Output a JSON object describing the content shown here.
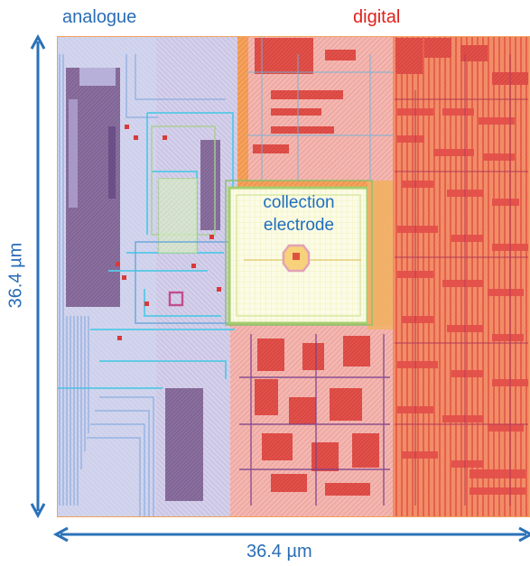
{
  "labels": {
    "analogue": "analogue",
    "digital": "digital",
    "collection_line1": "collection",
    "collection_line2": "electrode",
    "width": "36.4 µm",
    "height": "36.4 µm"
  },
  "colors": {
    "analogue_text": "#2a6db5",
    "digital_text": "#e0201b",
    "dimension_text": "#2a6db5",
    "dimension_arrow": "#2a72b8",
    "electrode_text": "#1f6fbf"
  }
}
